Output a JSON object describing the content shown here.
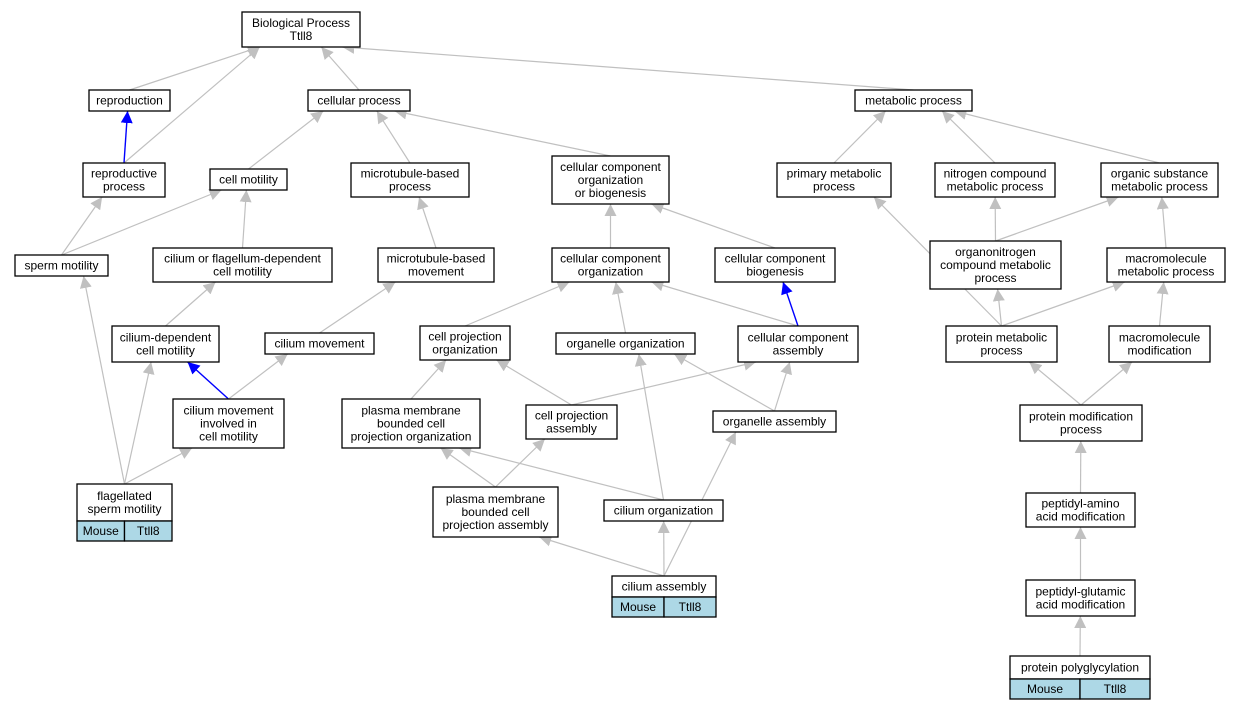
{
  "colors": {
    "edge": "#c0c0c0",
    "edge_highlight": "#0000ff",
    "node_fill": "#ffffff",
    "node_border": "#000000",
    "tag_fill": "#add8e6"
  },
  "nodes": [
    {
      "id": "bp",
      "lines": [
        "Biological Process",
        "Ttll8"
      ]
    },
    {
      "id": "reproduction",
      "lines": [
        "reproduction"
      ]
    },
    {
      "id": "cellular_process",
      "lines": [
        "cellular process"
      ]
    },
    {
      "id": "metabolic_process",
      "lines": [
        "metabolic process"
      ]
    },
    {
      "id": "reproductive_process",
      "lines": [
        "reproductive",
        "process"
      ]
    },
    {
      "id": "cell_motility",
      "lines": [
        "cell motility"
      ]
    },
    {
      "id": "mt_based_process",
      "lines": [
        "microtubule-based",
        "process"
      ]
    },
    {
      "id": "ccob",
      "lines": [
        "cellular component",
        "organization",
        "or biogenesis"
      ]
    },
    {
      "id": "primary_metabolic",
      "lines": [
        "primary metabolic",
        "process"
      ]
    },
    {
      "id": "nitrogen_compound",
      "lines": [
        "nitrogen compound",
        "metabolic process"
      ]
    },
    {
      "id": "organic_substance",
      "lines": [
        "organic substance",
        "metabolic process"
      ]
    },
    {
      "id": "sperm_motility",
      "lines": [
        "sperm motility"
      ]
    },
    {
      "id": "cilium_flag_motility",
      "lines": [
        "cilium or flagellum-dependent",
        "cell motility"
      ]
    },
    {
      "id": "mt_based_movement",
      "lines": [
        "microtubule-based",
        "movement"
      ]
    },
    {
      "id": "cc_organization",
      "lines": [
        "cellular component",
        "organization"
      ]
    },
    {
      "id": "cc_biogenesis",
      "lines": [
        "cellular component",
        "biogenesis"
      ]
    },
    {
      "id": "organonitrogen",
      "lines": [
        "organonitrogen",
        "compound metabolic",
        "process"
      ]
    },
    {
      "id": "macromolecule_metabolic",
      "lines": [
        "macromolecule",
        "metabolic process"
      ]
    },
    {
      "id": "cilium_dep_motility",
      "lines": [
        "cilium-dependent",
        "cell motility"
      ]
    },
    {
      "id": "cilium_movement",
      "lines": [
        "cilium movement"
      ]
    },
    {
      "id": "cell_proj_org",
      "lines": [
        "cell projection",
        "organization"
      ]
    },
    {
      "id": "organelle_org",
      "lines": [
        "organelle organization"
      ]
    },
    {
      "id": "cc_assembly",
      "lines": [
        "cellular component",
        "assembly"
      ]
    },
    {
      "id": "protein_metabolic",
      "lines": [
        "protein metabolic",
        "process"
      ]
    },
    {
      "id": "macromolecule_mod",
      "lines": [
        "macromolecule",
        "modification"
      ]
    },
    {
      "id": "cilium_movement_motility",
      "lines": [
        "cilium movement",
        "involved in",
        "cell motility"
      ]
    },
    {
      "id": "pm_bounded_org",
      "lines": [
        "plasma membrane",
        "bounded cell",
        "projection organization"
      ]
    },
    {
      "id": "cell_proj_assembly",
      "lines": [
        "cell projection",
        "assembly"
      ]
    },
    {
      "id": "organelle_assembly",
      "lines": [
        "organelle assembly"
      ]
    },
    {
      "id": "protein_mod",
      "lines": [
        "protein modification",
        "process"
      ]
    },
    {
      "id": "flagellated_sperm",
      "lines": [
        "flagellated",
        "sperm motility"
      ],
      "tags": [
        "Mouse",
        "Ttll8"
      ]
    },
    {
      "id": "pm_bounded_assembly",
      "lines": [
        "plasma membrane",
        "bounded cell",
        "projection assembly"
      ]
    },
    {
      "id": "cilium_org",
      "lines": [
        "cilium organization"
      ]
    },
    {
      "id": "peptidyl_amino",
      "lines": [
        "peptidyl-amino",
        "acid modification"
      ]
    },
    {
      "id": "cilium_assembly",
      "lines": [
        "cilium assembly"
      ],
      "tags": [
        "Mouse",
        "Ttll8"
      ]
    },
    {
      "id": "peptidyl_glutamic",
      "lines": [
        "peptidyl-glutamic",
        "acid modification"
      ]
    },
    {
      "id": "protein_polyglycylation",
      "lines": [
        "protein polyglycylation"
      ],
      "tags": [
        "Mouse",
        "Ttll8"
      ]
    }
  ],
  "edges": [
    {
      "from": "reproduction",
      "to": "bp"
    },
    {
      "from": "reproductive_process",
      "to": "bp"
    },
    {
      "from": "cellular_process",
      "to": "bp"
    },
    {
      "from": "metabolic_process",
      "to": "bp"
    },
    {
      "from": "reproductive_process",
      "to": "reproduction",
      "highlight": true
    },
    {
      "from": "cell_motility",
      "to": "cellular_process"
    },
    {
      "from": "mt_based_process",
      "to": "cellular_process"
    },
    {
      "from": "ccob",
      "to": "cellular_process"
    },
    {
      "from": "primary_metabolic",
      "to": "metabolic_process"
    },
    {
      "from": "nitrogen_compound",
      "to": "metabolic_process"
    },
    {
      "from": "organic_substance",
      "to": "metabolic_process"
    },
    {
      "from": "sperm_motility",
      "to": "reproductive_process"
    },
    {
      "from": "sperm_motility",
      "to": "cell_motility"
    },
    {
      "from": "cilium_flag_motility",
      "to": "cell_motility"
    },
    {
      "from": "mt_based_movement",
      "to": "mt_based_process"
    },
    {
      "from": "cc_organization",
      "to": "ccob"
    },
    {
      "from": "cc_biogenesis",
      "to": "ccob"
    },
    {
      "from": "organonitrogen",
      "to": "nitrogen_compound"
    },
    {
      "from": "organonitrogen",
      "to": "organic_substance"
    },
    {
      "from": "macromolecule_metabolic",
      "to": "organic_substance"
    },
    {
      "from": "protein_metabolic",
      "to": "primary_metabolic"
    },
    {
      "from": "cilium_dep_motility",
      "to": "cilium_flag_motility"
    },
    {
      "from": "cilium_movement",
      "to": "mt_based_movement"
    },
    {
      "from": "cell_proj_org",
      "to": "cc_organization"
    },
    {
      "from": "organelle_org",
      "to": "cc_organization"
    },
    {
      "from": "cc_assembly",
      "to": "cc_organization"
    },
    {
      "from": "cc_assembly",
      "to": "cc_biogenesis",
      "highlight": true
    },
    {
      "from": "protein_metabolic",
      "to": "organonitrogen"
    },
    {
      "from": "protein_metabolic",
      "to": "macromolecule_metabolic"
    },
    {
      "from": "macromolecule_mod",
      "to": "macromolecule_metabolic"
    },
    {
      "from": "cilium_movement_motility",
      "to": "cilium_dep_motility",
      "highlight": true
    },
    {
      "from": "cilium_movement_motility",
      "to": "cilium_movement"
    },
    {
      "from": "pm_bounded_org",
      "to": "cell_proj_org"
    },
    {
      "from": "cell_proj_assembly",
      "to": "cell_proj_org"
    },
    {
      "from": "cell_proj_assembly",
      "to": "cc_assembly"
    },
    {
      "from": "organelle_assembly",
      "to": "organelle_org"
    },
    {
      "from": "organelle_assembly",
      "to": "cc_assembly"
    },
    {
      "from": "protein_mod",
      "to": "protein_metabolic"
    },
    {
      "from": "protein_mod",
      "to": "macromolecule_mod"
    },
    {
      "from": "flagellated_sperm",
      "to": "sperm_motility"
    },
    {
      "from": "flagellated_sperm",
      "to": "cilium_dep_motility"
    },
    {
      "from": "flagellated_sperm",
      "to": "cilium_movement_motility"
    },
    {
      "from": "pm_bounded_assembly",
      "to": "pm_bounded_org"
    },
    {
      "from": "pm_bounded_assembly",
      "to": "cell_proj_assembly"
    },
    {
      "from": "cilium_org",
      "to": "pm_bounded_org"
    },
    {
      "from": "cilium_org",
      "to": "organelle_org"
    },
    {
      "from": "peptidyl_amino",
      "to": "protein_mod"
    },
    {
      "from": "cilium_assembly",
      "to": "pm_bounded_assembly"
    },
    {
      "from": "cilium_assembly",
      "to": "cilium_org"
    },
    {
      "from": "cilium_assembly",
      "to": "organelle_assembly"
    },
    {
      "from": "peptidyl_glutamic",
      "to": "peptidyl_amino"
    },
    {
      "from": "protein_polyglycylation",
      "to": "peptidyl_glutamic"
    }
  ]
}
